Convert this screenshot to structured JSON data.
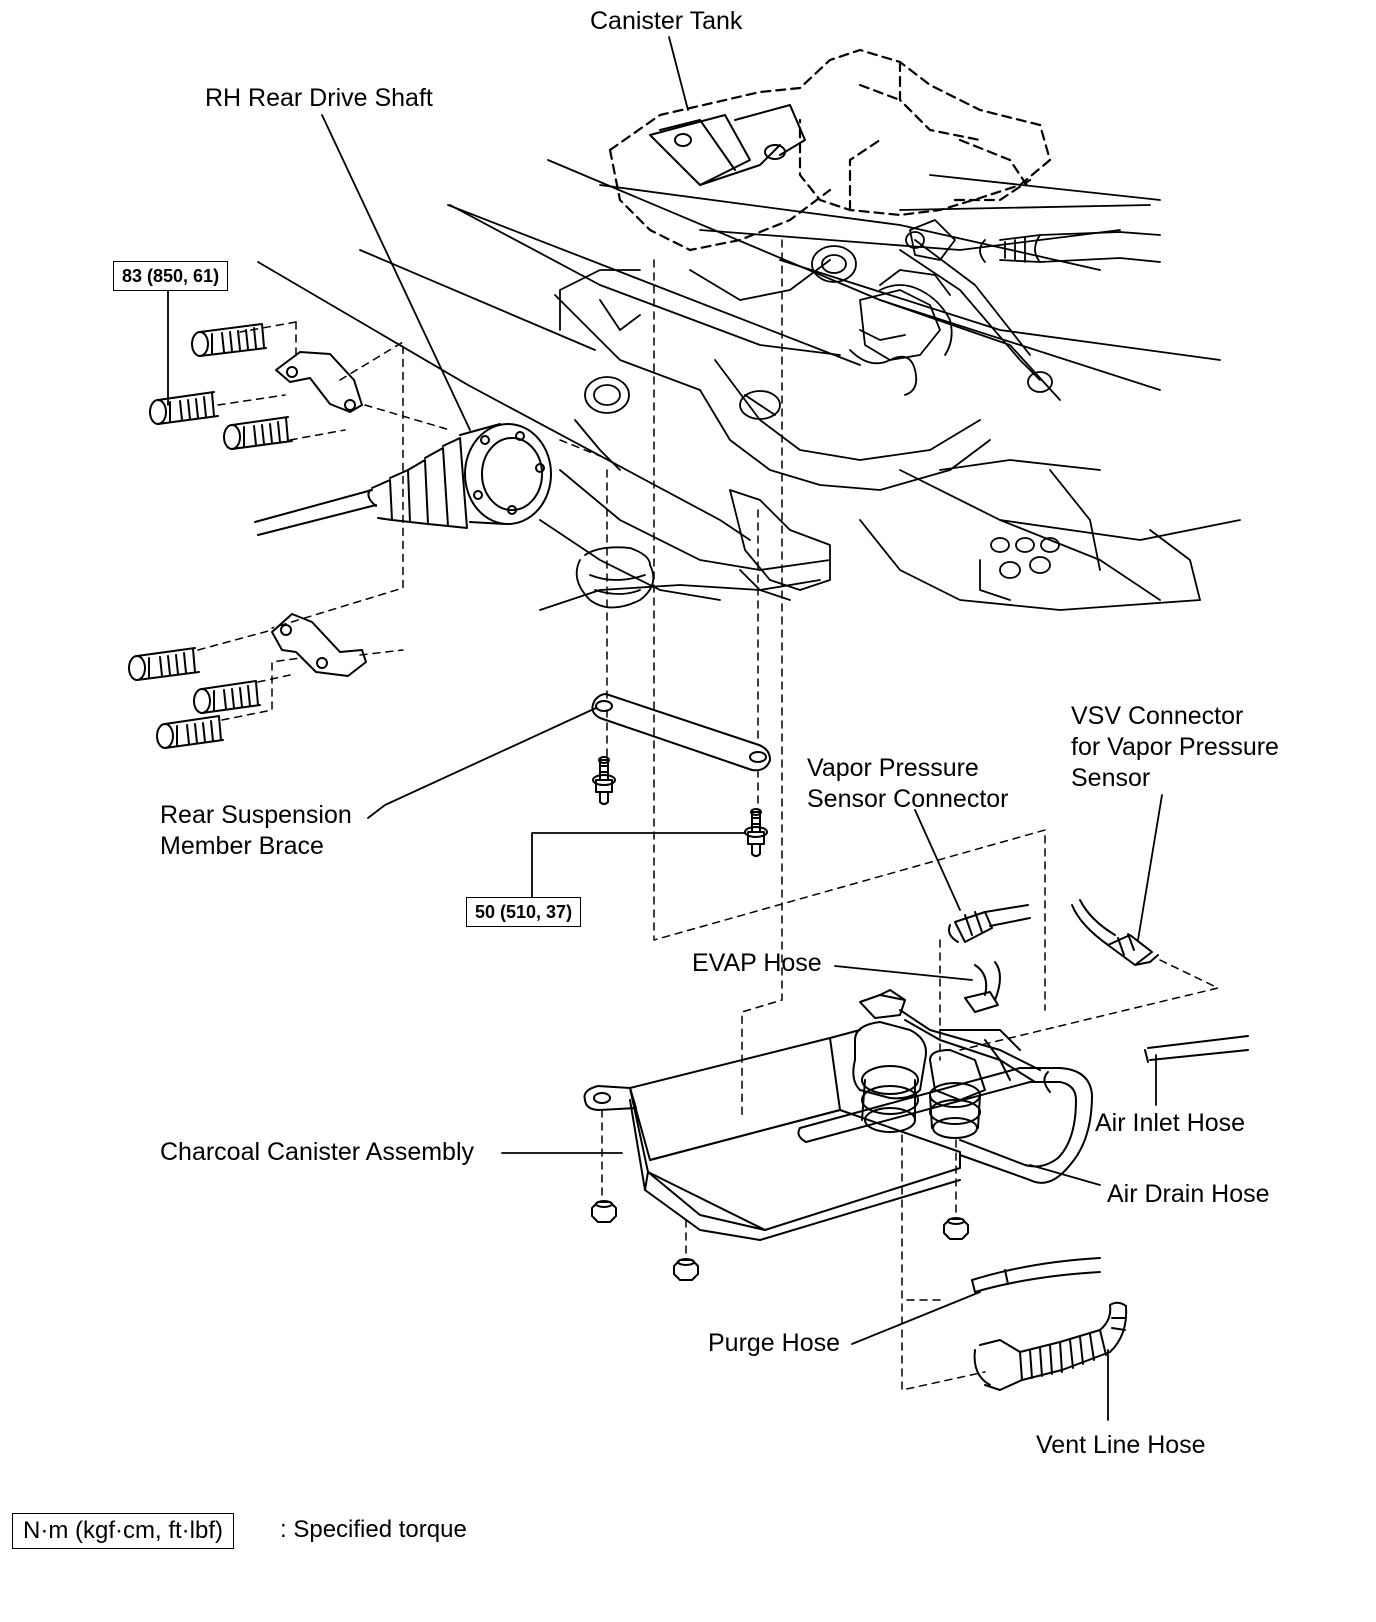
{
  "labels": {
    "canister_tank": "Canister Tank",
    "rh_rear_drive_shaft": "RH Rear Drive Shaft",
    "rear_suspension_member_brace": "Rear Suspension\nMember Brace",
    "vsv_connector": "VSV Connector\nfor Vapor Pressure\nSensor",
    "vapor_pressure_sensor_connector": "Vapor Pressure\nSensor Connector",
    "evap_hose": "EVAP Hose",
    "air_inlet_hose": "Air Inlet Hose",
    "charcoal_canister_assembly": "Charcoal Canister Assembly",
    "air_drain_hose": "Air Drain Hose",
    "purge_hose": "Purge Hose",
    "vent_line_hose": "Vent Line Hose"
  },
  "torques": {
    "drive_shaft_bolts": "83 (850, 61)",
    "brace_bolts": "50 (510, 37)"
  },
  "legend": {
    "unit_box": "N·m (kgf·cm, ft·lbf)",
    "description": ": Specified torque"
  },
  "colors": {
    "line": "#000000",
    "background": "#ffffff"
  }
}
